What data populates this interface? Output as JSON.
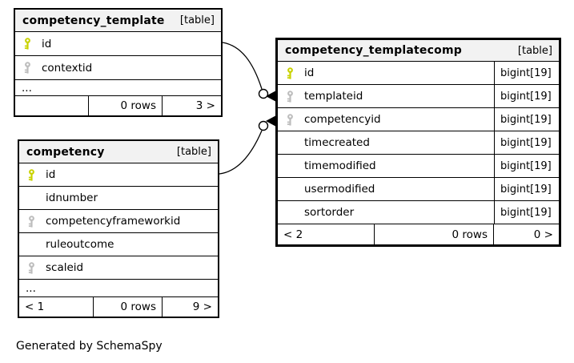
{
  "diagram": {
    "attribution": "Generated by SchemaSpy"
  },
  "colors": {
    "background": "#ffffff",
    "border": "#000000",
    "header_bg": "#f2f2f2",
    "row_bg": "#ffffff",
    "pk_key": "#c9d200",
    "fk_key": "#bdbdbd"
  },
  "tables": [
    {
      "name": "competency_template",
      "badge": "[table]",
      "columns": [
        {
          "name": "id",
          "key": "primary"
        },
        {
          "name": "contextid",
          "key": "foreign"
        },
        {
          "name": "..."
        }
      ],
      "footer": {
        "left": "",
        "center": "0 rows",
        "right": "3 >"
      }
    },
    {
      "name": "competency",
      "badge": "[table]",
      "columns": [
        {
          "name": "id",
          "key": "primary"
        },
        {
          "name": "idnumber"
        },
        {
          "name": "competencyframeworkid",
          "key": "foreign"
        },
        {
          "name": "ruleoutcome"
        },
        {
          "name": "scaleid",
          "key": "foreign"
        },
        {
          "name": "..."
        }
      ],
      "footer": {
        "left": "< 1",
        "center": "0 rows",
        "right": "9 >"
      }
    },
    {
      "name": "competency_templatecomp",
      "badge": "[table]",
      "columns": [
        {
          "name": "id",
          "key": "primary",
          "type": "bigint[19]"
        },
        {
          "name": "templateid",
          "key": "foreign",
          "type": "bigint[19]"
        },
        {
          "name": "competencyid",
          "key": "foreign",
          "type": "bigint[19]"
        },
        {
          "name": "timecreated",
          "type": "bigint[19]"
        },
        {
          "name": "timemodified",
          "type": "bigint[19]"
        },
        {
          "name": "usermodified",
          "type": "bigint[19]"
        },
        {
          "name": "sortorder",
          "type": "bigint[19]"
        }
      ],
      "footer": {
        "left": "< 2",
        "center": "0 rows",
        "right": "0 >"
      }
    }
  ],
  "relationships": [
    {
      "from_table": "competency_template",
      "from_column": "id",
      "to_table": "competency_templatecomp",
      "to_column": "templateid"
    },
    {
      "from_table": "competency",
      "from_column": "id",
      "to_table": "competency_templatecomp",
      "to_column": "competencyid"
    }
  ]
}
